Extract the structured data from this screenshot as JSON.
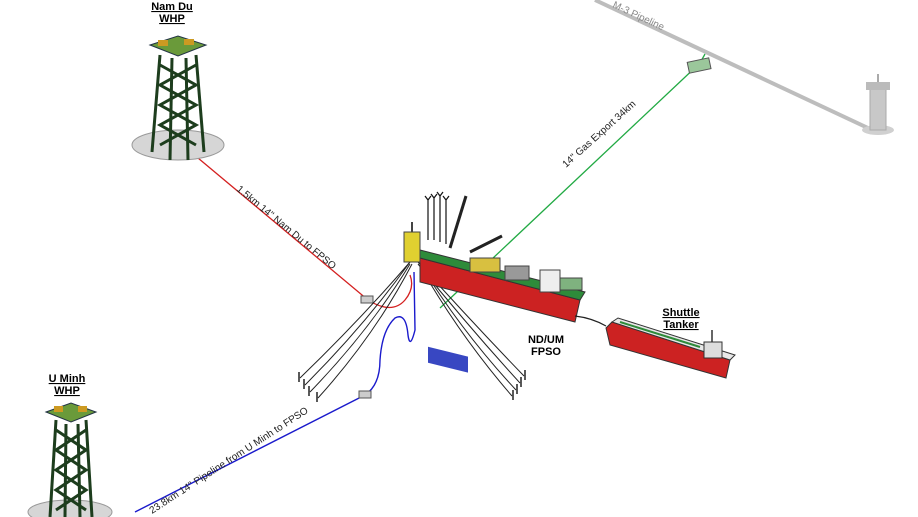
{
  "platforms": {
    "nam_du": {
      "name": "Nam Du",
      "type": "WHP"
    },
    "u_minh": {
      "name": "U Minh",
      "type": "WHP"
    }
  },
  "fpso": {
    "line1": "ND/UM",
    "line2": "FPSO"
  },
  "shuttle": {
    "line1": "Shuttle",
    "line2": "Tanker"
  },
  "pipelines": {
    "nam_du_to_fpso": "1.5km 14\" Nam Du to FPSO",
    "u_minh_to_fpso": "23.8km 14\" Pipeline from U Minh to FPSO",
    "gas_export": "14\" Gas Export 34km",
    "pm3": "M-3 Pipeline"
  },
  "colors": {
    "nam_du_line": "#d42020",
    "u_minh_line": "#1a1acc",
    "gas_export_line": "#22aa44",
    "pm3_line": "#bbbbbb",
    "hull": "#cc2222",
    "deck": "#2e8b3a"
  }
}
